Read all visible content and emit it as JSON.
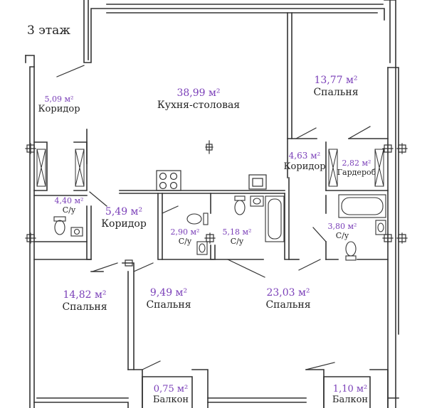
{
  "floor": "3 этаж",
  "rooms": [
    {
      "key": "corridor_left",
      "area": "5,09 м²",
      "name": "Коридор"
    },
    {
      "key": "kitchen",
      "area": "38,99 м²",
      "name": "Кухня-столовая"
    },
    {
      "key": "bedroom_tr",
      "area": "13,77 м²",
      "name": "Спальня"
    },
    {
      "key": "corridor_right",
      "area": "4,63 м²",
      "name": "Коридор"
    },
    {
      "key": "wardrobe",
      "area": "2,82 м²",
      "name": "Гардероб"
    },
    {
      "key": "bath_left",
      "area": "4,40 м²",
      "name": "С/у"
    },
    {
      "key": "corridor_mid",
      "area": "5,49 м²",
      "name": "Коридор"
    },
    {
      "key": "bath_small",
      "area": "2,90 м²",
      "name": "С/у"
    },
    {
      "key": "bath_mid",
      "area": "5,18 м²",
      "name": "С/у"
    },
    {
      "key": "bath_right",
      "area": "3,80 м²",
      "name": "С/у"
    },
    {
      "key": "bedroom_bl",
      "area": "14,82 м²",
      "name": "Спальня"
    },
    {
      "key": "bedroom_bm",
      "area": "9,49 м²",
      "name": "Спальня"
    },
    {
      "key": "bedroom_br",
      "area": "23,03 м²",
      "name": "Спальня"
    },
    {
      "key": "balcony_left",
      "area": "0,75 м²",
      "name": "Балкон"
    },
    {
      "key": "balcony_right",
      "area": "1,10 м²",
      "name": "Балкон"
    }
  ]
}
